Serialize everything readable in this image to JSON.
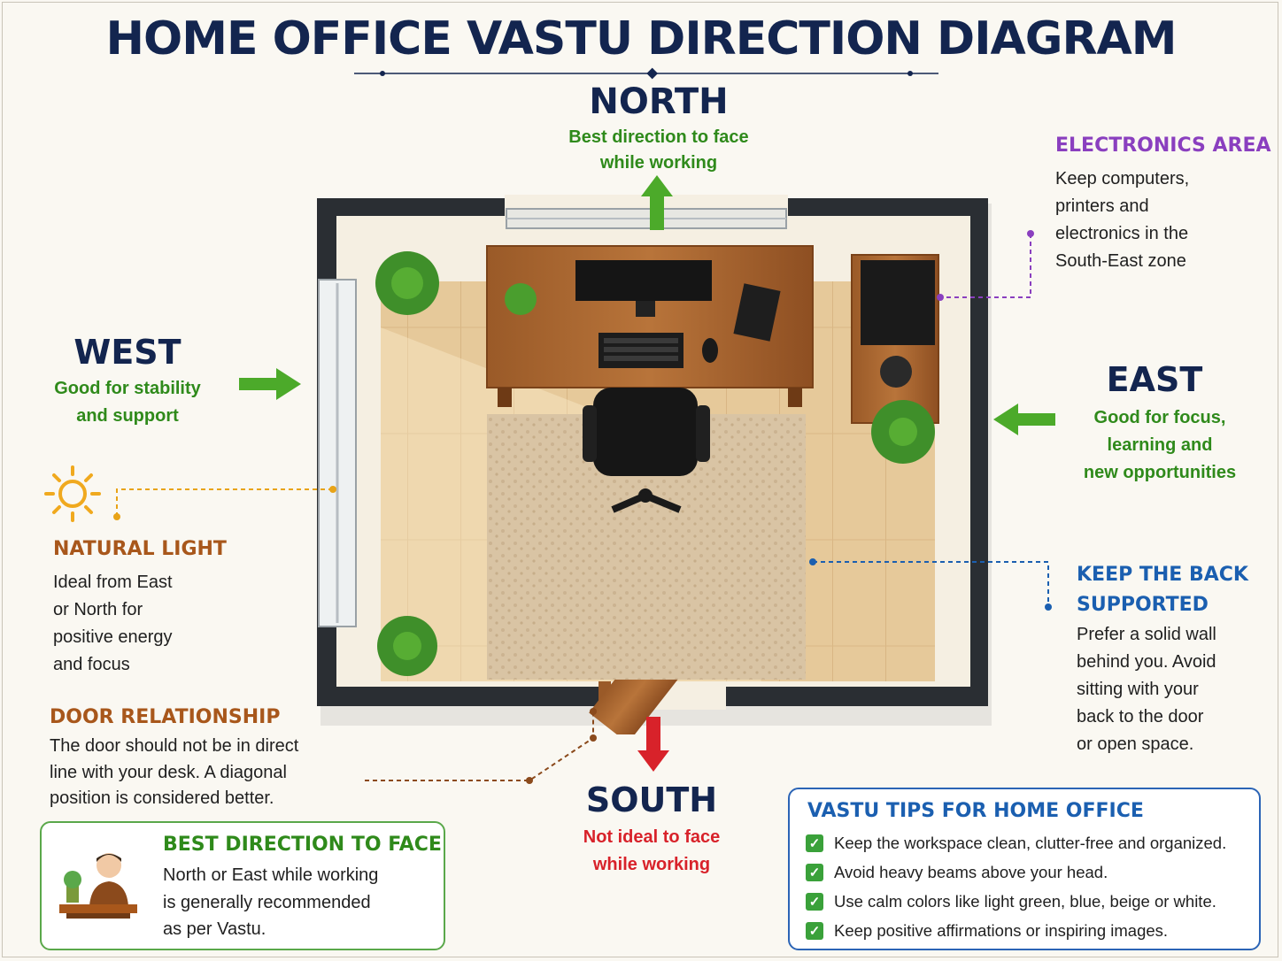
{
  "title": "HOME OFFICE VASTU DIRECTION DIAGRAM",
  "north": {
    "label": "NORTH",
    "desc": [
      "Best direction to face",
      "while working"
    ]
  },
  "south": {
    "label": "SOUTH",
    "desc": [
      "Not ideal to face",
      "while working"
    ]
  },
  "west": {
    "label": "WEST",
    "desc": [
      "Good for stability",
      "and support"
    ]
  },
  "east": {
    "label": "EAST",
    "desc": [
      "Good for focus,",
      "learning and",
      "new opportunities"
    ]
  },
  "electronics": {
    "heading": "ELECTRONICS AREA",
    "lines": [
      "Keep computers,",
      "printers and",
      "electronics in the",
      "South-East zone"
    ]
  },
  "natural_light": {
    "heading": "NATURAL LIGHT",
    "lines": [
      "Ideal from East",
      "or North for",
      "positive energy",
      "and focus"
    ]
  },
  "back": {
    "heading": [
      "KEEP THE BACK",
      "SUPPORTED"
    ],
    "lines": [
      "Prefer a solid wall",
      "behind you. Avoid",
      "sitting with your",
      "back to the door",
      "or open space."
    ]
  },
  "door": {
    "heading": "DOOR RELATIONSHIP",
    "lines": [
      "The door should not be in direct",
      "line with your desk. A diagonal",
      "position is considered better."
    ]
  },
  "best_face": {
    "heading": "BEST DIRECTION TO FACE",
    "lines": [
      "North or East while working",
      "is generally recommended",
      "as per Vastu."
    ]
  },
  "tips": {
    "heading": "VASTU TIPS FOR HOME OFFICE",
    "items": [
      "Keep the workspace clean, clutter-free and organized.",
      "Avoid heavy beams above your head.",
      "Use calm colors like light green, blue, beige or white.",
      "Keep positive affirmations or inspiring images."
    ]
  },
  "colors": {
    "navy": "#13254f",
    "green": "#2f8a1b",
    "red": "#d8222a",
    "purple": "#8a3fbf",
    "blue": "#1b5fb0",
    "brown": "#a8571b",
    "orange": "#e8a317"
  }
}
